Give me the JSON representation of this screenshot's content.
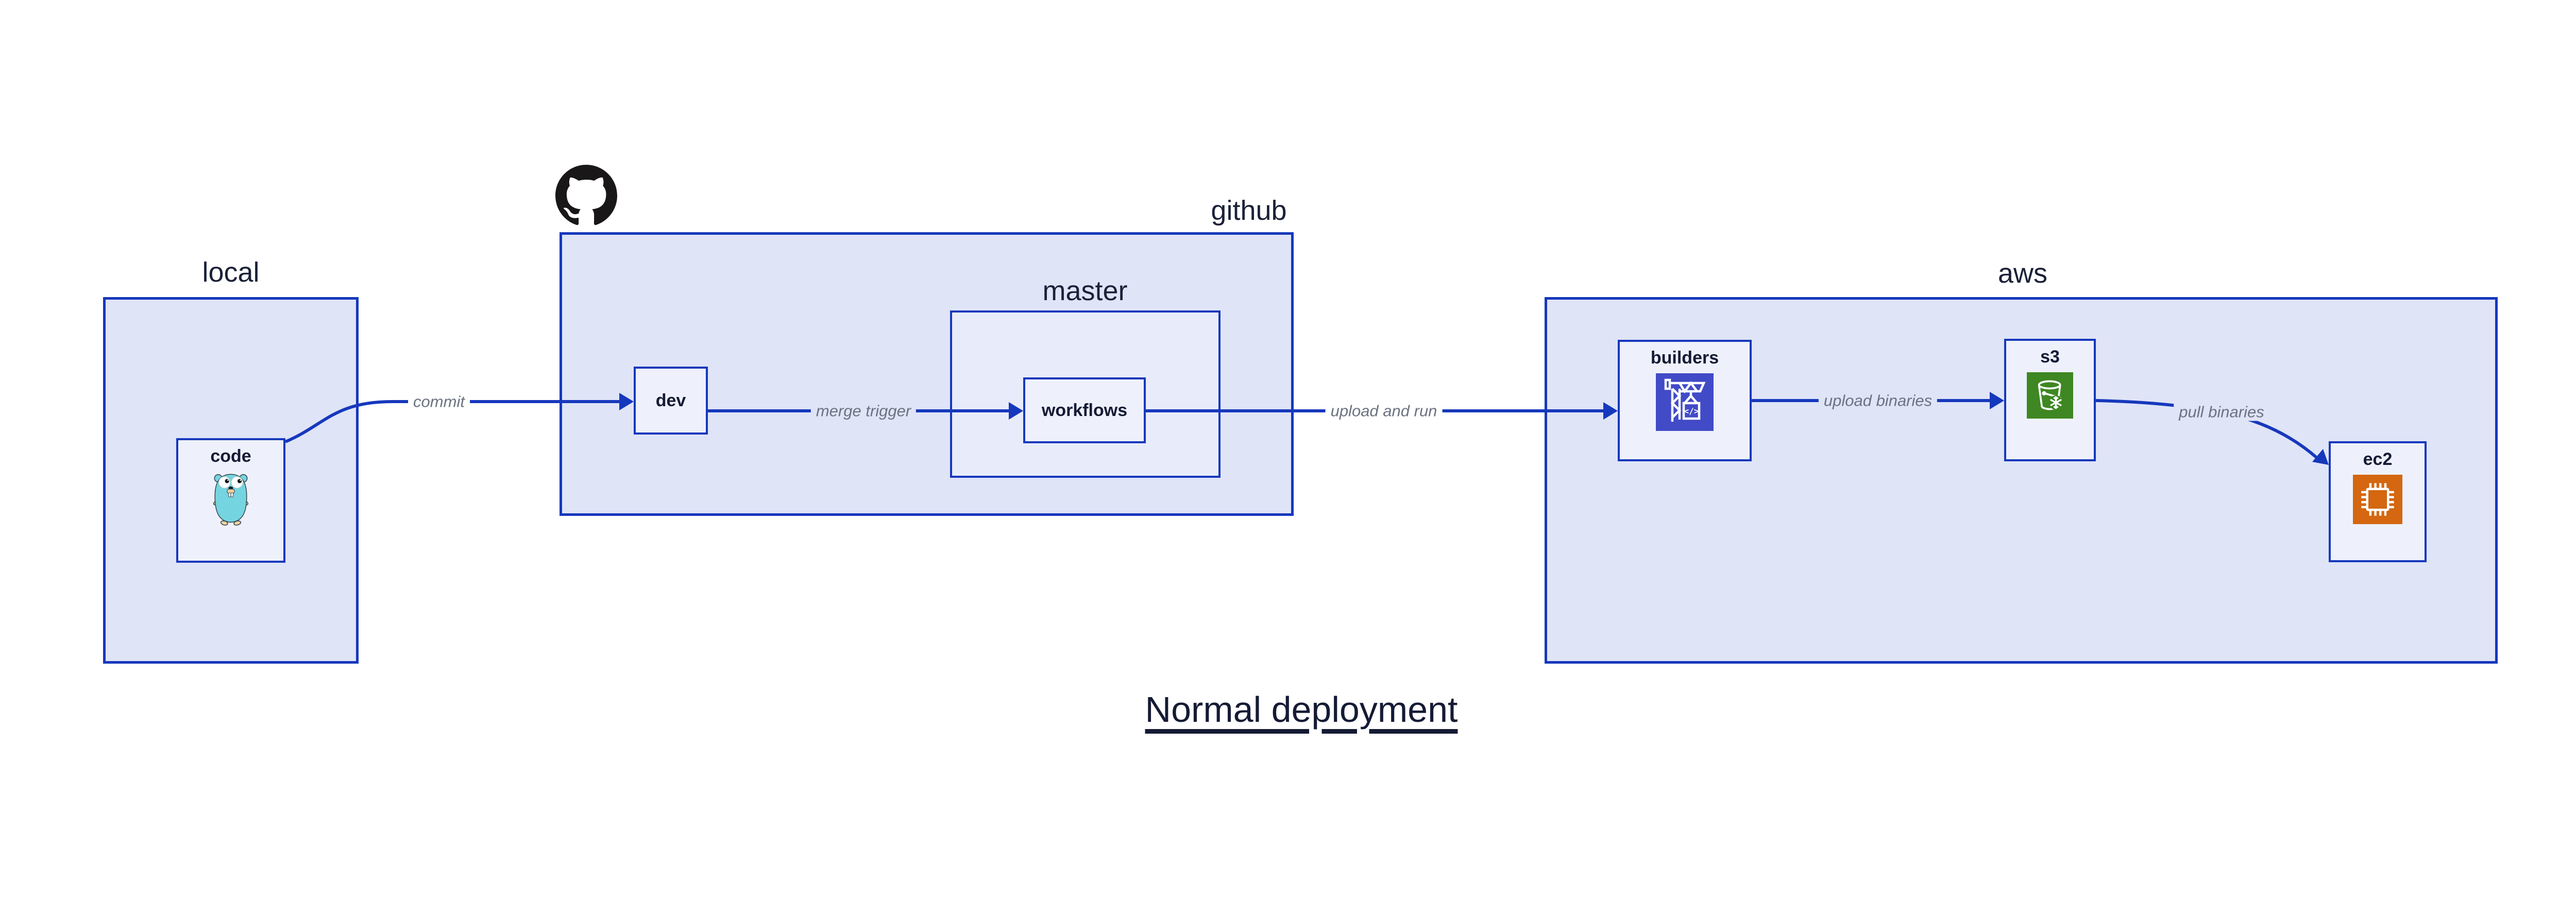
{
  "title": {
    "text": "Normal deployment"
  },
  "containers": {
    "local": {
      "label": "local"
    },
    "github": {
      "label": "github"
    },
    "master": {
      "label": "master"
    },
    "aws": {
      "label": "aws"
    }
  },
  "nodes": {
    "code": {
      "label": "code",
      "icon": "go-gopher-icon"
    },
    "dev": {
      "label": "dev"
    },
    "workflows": {
      "label": "workflows"
    },
    "builders": {
      "label": "builders",
      "icon": "crane-build-icon"
    },
    "s3": {
      "label": "s3",
      "icon": "s3-bucket-snowflake-icon"
    },
    "ec2": {
      "label": "ec2",
      "icon": "ec2-chip-icon"
    }
  },
  "edges": {
    "commit": {
      "label": "commit"
    },
    "merge_trigger": {
      "label": "merge trigger"
    },
    "upload_and_run": {
      "label": "upload and run"
    },
    "upload_binaries": {
      "label": "upload binaries"
    },
    "pull_binaries": {
      "label": "pull binaries"
    }
  },
  "icons": {
    "github_logo": "octocat-icon",
    "crane_code_text": "</>"
  },
  "colors": {
    "container_fill": "#dfe4f7",
    "inner_fill": "#e8ecfa",
    "node_fill": "#eef1fc",
    "stroke_blue": "#1638bc",
    "label_navy": "#1b2138",
    "edge_label_gray": "#6c7280",
    "octocat_black": "#191717",
    "builders_icon_bg": "#414bc7",
    "s3_icon_bg": "#3e8722",
    "ec2_icon_bg": "#d4670f",
    "gopher_teal": "#74d5e0"
  }
}
